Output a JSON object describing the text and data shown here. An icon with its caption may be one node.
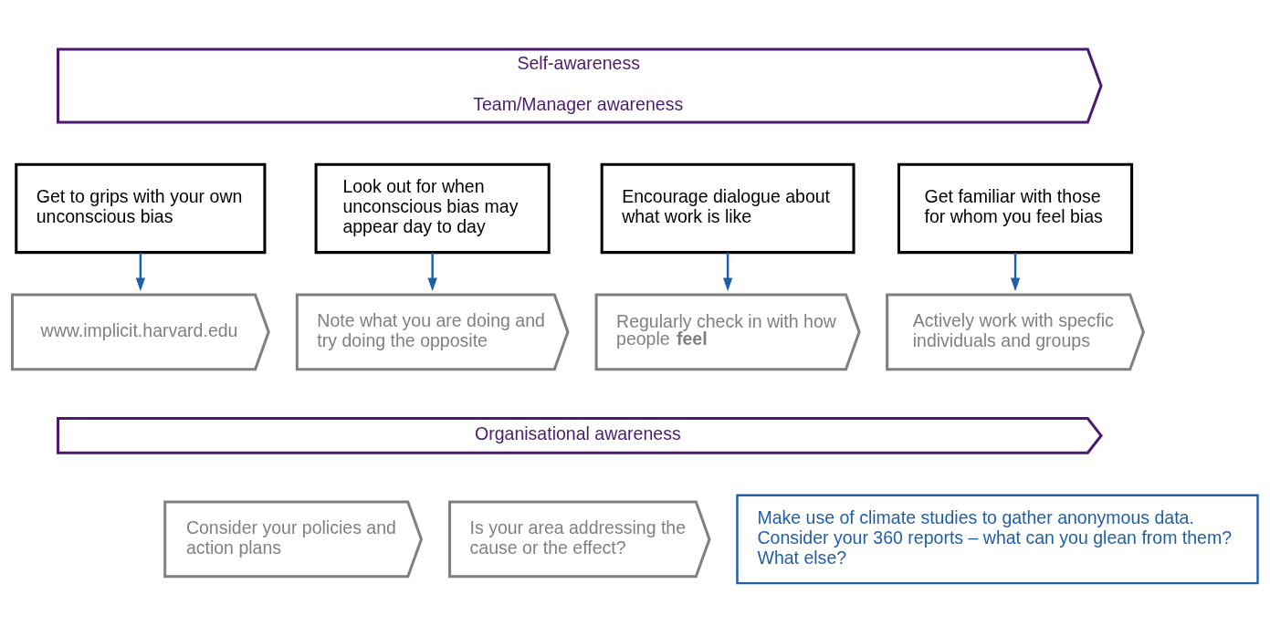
{
  "diagram": {
    "nodes": [
      {
        "text": [
          "Self-awareness",
          "Team/Manager awareness"
        ]
      },
      {
        "text": [
          "Get to grips with your own unconscious bias"
        ]
      },
      {
        "text": [
          "Look out for when unconscious bias may appear day to day"
        ]
      },
      {
        "text": [
          "Encourage dialogue about what work is like"
        ]
      },
      {
        "text": [
          "Get familiar with those for whom you feel bias"
        ]
      },
      {
        "text": [
          "www.implicit.harvard.edu"
        ]
      },
      {
        "text": [
          "Note what you are doing and try doing the opposite"
        ]
      },
      {
        "text": [
          "Regularly check in with how people **feel**"
        ]
      },
      {
        "text": [
          "Actively work with specfic individuals and groups"
        ]
      },
      {
        "text": [
          "Organisational awareness"
        ]
      },
      {
        "text": [
          "Consider your policies and action plans"
        ]
      },
      {
        "text": [
          "Is your area addressing the cause or the effect?"
        ]
      },
      {
        "text": [
          "Make use of climate studies to gather anonymous data.",
          "Consider your 360 reports – what can you glean from them?",
          "What else?"
        ]
      }
    ],
    "edges": [
      {
        "from": 1,
        "to": 5,
        "arrow": "to"
      },
      {
        "from": 2,
        "to": 6,
        "arrow": "to"
      },
      {
        "from": 3,
        "to": 7,
        "arrow": "to"
      },
      {
        "from": 4,
        "to": 8,
        "arrow": "to"
      }
    ]
  }
}
